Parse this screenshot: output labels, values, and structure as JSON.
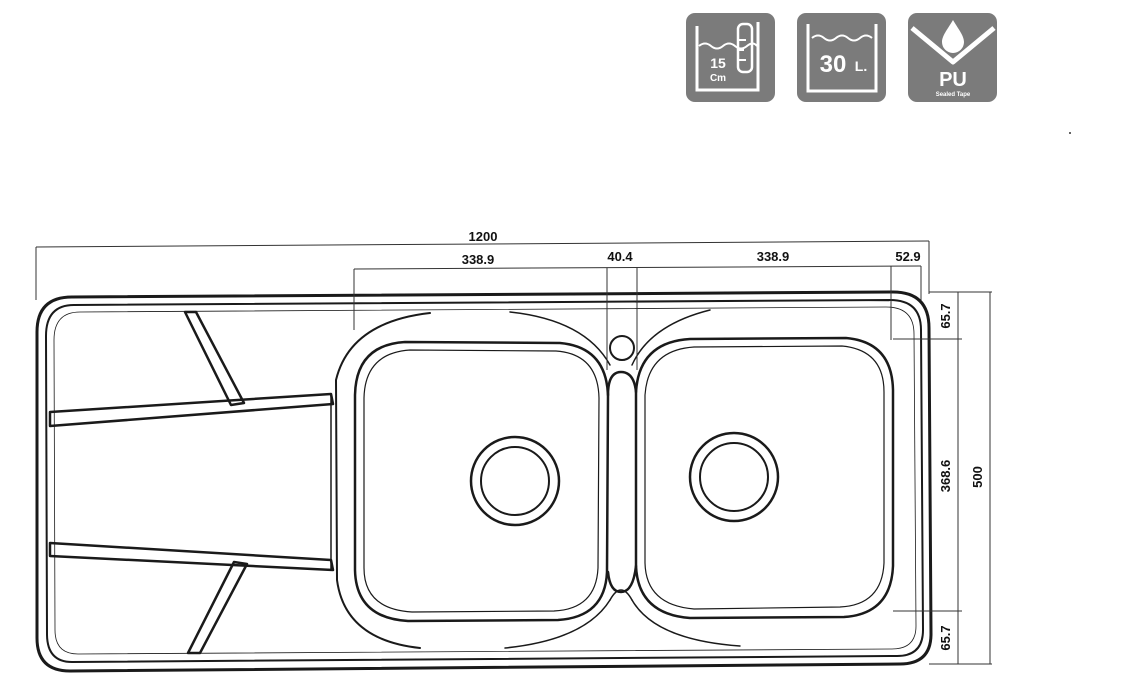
{
  "badges": {
    "depth": {
      "value": "15",
      "unit": "Cm",
      "icon": "water-depth-icon"
    },
    "capacity": {
      "value": "30",
      "unit": "L.",
      "icon": "capacity-icon"
    },
    "sealing": {
      "label": "PU",
      "caption": "Sealed Tape",
      "icon": "pu-sealed-tape-icon"
    }
  },
  "dimensions": {
    "overall_width": "1200",
    "bowl_left_width": "338.9",
    "bowl_divider_width": "40.4",
    "bowl_right_width": "338.9",
    "right_edge": "52.9",
    "top_margin": "65.7",
    "bowl_depth": "368.6",
    "overall_depth": "500",
    "bottom_margin": "65.7"
  },
  "colors": {
    "badge_fill": "#7b7b7b",
    "line": "#1a1a1a"
  }
}
